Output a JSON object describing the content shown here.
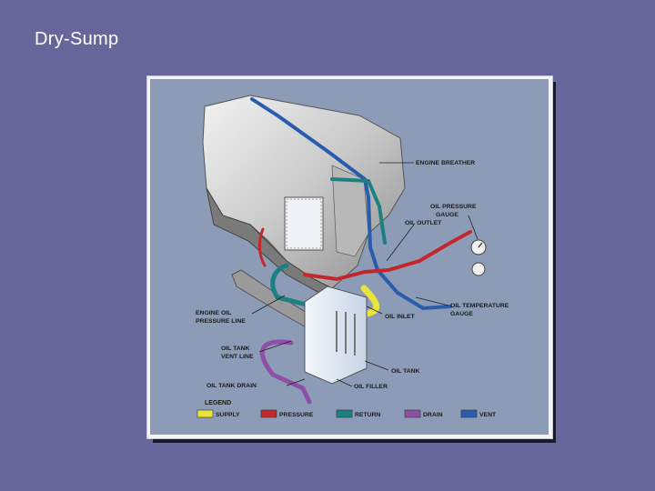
{
  "slide": {
    "title": "Dry-Sump"
  },
  "diagram": {
    "labels": {
      "engine_breather": "ENGINE BREATHER",
      "oil_pressure_gauge_1": "OIL PRESSURE",
      "oil_pressure_gauge_2": "GAUGE",
      "oil_outlet": "OIL OUTLET",
      "engine_oil_pressure_line_1": "ENGINE OIL",
      "engine_oil_pressure_line_2": "PRESSURE LINE",
      "oil_temp_gauge_1": "OIL TEMPERATURE",
      "oil_temp_gauge_2": "GAUGE",
      "oil_inlet": "OIL INLET",
      "oil_tank_vent_line_1": "OIL TANK",
      "oil_tank_vent_line_2": "VENT LINE",
      "oil_tank": "OIL TANK",
      "oil_tank_drain": "OIL TANK DRAIN",
      "oil_filler": "OIL FILLER"
    },
    "legend": {
      "title": "LEGEND",
      "items": [
        {
          "label": "SUPPLY",
          "color": "#e8e43a"
        },
        {
          "label": "PRESSURE",
          "color": "#c4272b"
        },
        {
          "label": "RETURN",
          "color": "#1d8080"
        },
        {
          "label": "DRAIN",
          "color": "#8e4fa6"
        },
        {
          "label": "VENT",
          "color": "#2a5cae"
        }
      ]
    },
    "colors": {
      "supply": "#e8e43a",
      "pressure": "#c4272b",
      "return": "#1d8080",
      "drain": "#8e4fa6",
      "vent": "#2a5cae",
      "background": "#8c9cb6"
    }
  }
}
